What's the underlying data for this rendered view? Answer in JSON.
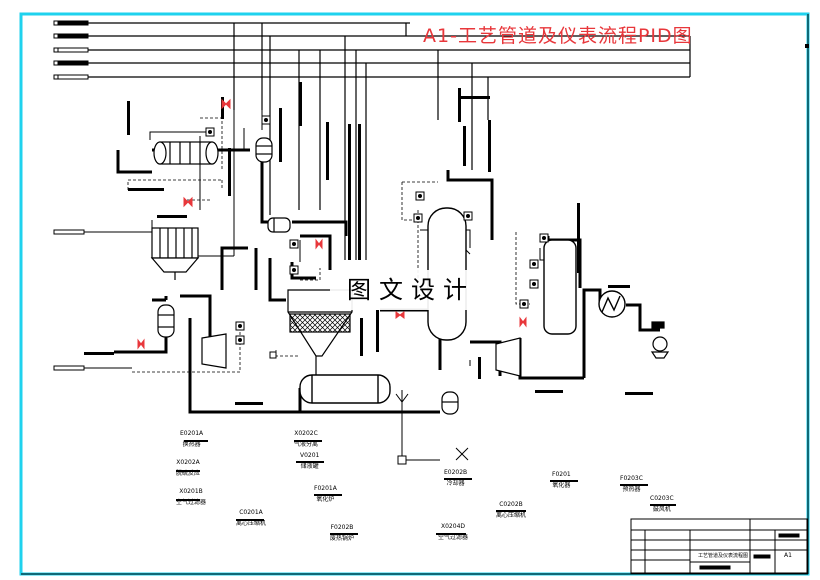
{
  "title": "A1-工艺管道及仪表流程PID图",
  "watermark": "图文设计",
  "colors": {
    "border": "#1fd2ee",
    "title": "#e8373b",
    "lines": "#000000",
    "valve": "#e8373b"
  },
  "equipment_labels": [
    {
      "id": "E0201A",
      "code": "E0201A",
      "name": "换热器"
    },
    {
      "id": "X0202A",
      "code": "X0202A",
      "name": "脱硫反应"
    },
    {
      "id": "X0201B",
      "code": "X0201B",
      "name": "空气过滤器"
    },
    {
      "id": "C0201A",
      "code": "C0201A",
      "name": "离心压缩机"
    },
    {
      "id": "X0202C",
      "code": "X0202C",
      "name": "气液分离"
    },
    {
      "id": "V0201",
      "code": "V0201",
      "name": "储液罐"
    },
    {
      "id": "F0201A",
      "code": "F0201A",
      "name": "氧化炉"
    },
    {
      "id": "F0202B",
      "code": "F0202B",
      "name": "废热锅炉"
    },
    {
      "id": "X0204D",
      "code": "X0204D",
      "name": "空气过滤器"
    },
    {
      "id": "E0202B",
      "code": "E0202B",
      "name": "冷却器"
    },
    {
      "id": "C0202B",
      "code": "C0202B",
      "name": "离心压缩机"
    },
    {
      "id": "F0201",
      "code": "F0201",
      "name": "氧化器"
    },
    {
      "id": "F0203C",
      "code": "F0203C",
      "name": "预热器"
    },
    {
      "id": "C0203C",
      "code": "C0203C",
      "name": "鼓风机"
    }
  ],
  "title_block": {
    "drawing_name": "工艺管道及仪表流程图",
    "sheet": "A1"
  }
}
